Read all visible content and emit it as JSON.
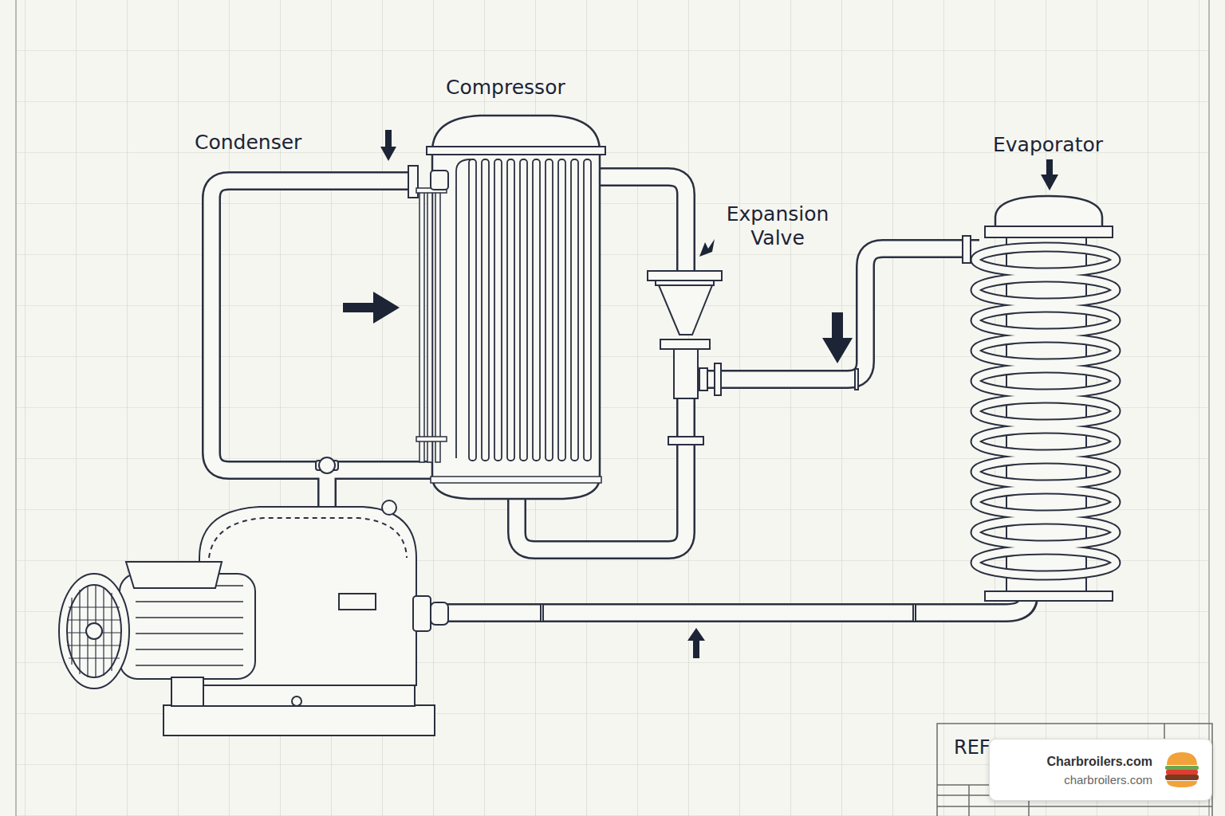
{
  "diagram": {
    "nodes": [
      {
        "text": [
          "Charbroilers.com",
          "charbroilers.com"
        ]
      }
    ],
    "labels": [
      "Compressor",
      "Condenser",
      "Expansion Valve",
      "Evaporator",
      "REF"
    ]
  }
}
